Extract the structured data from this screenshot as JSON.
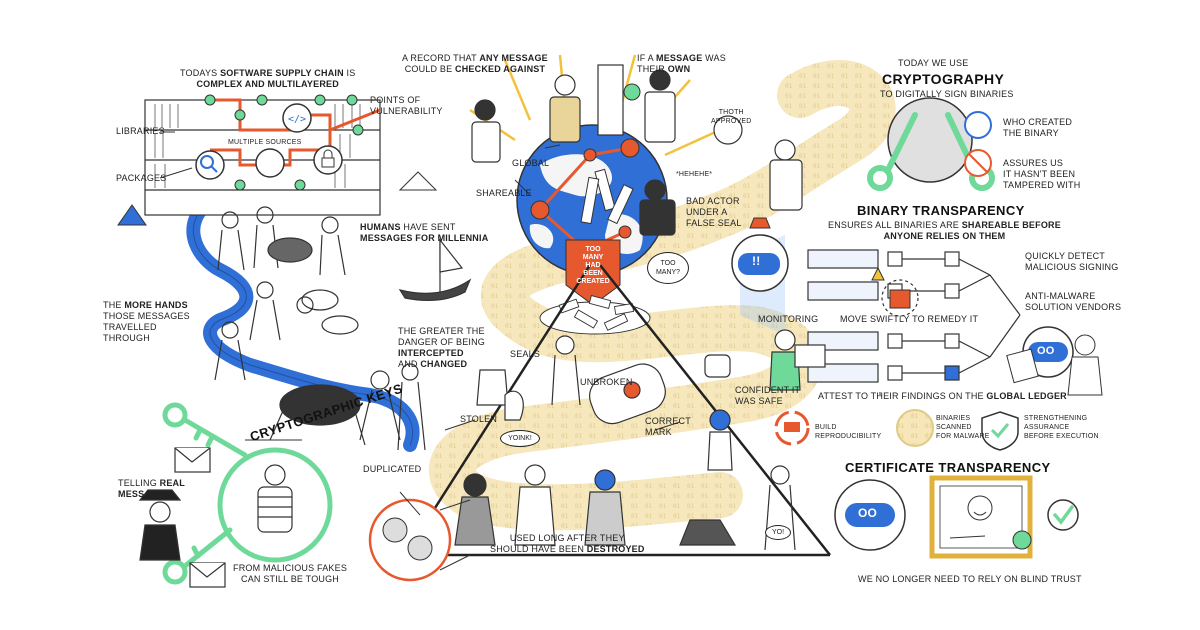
{
  "colors": {
    "accent_blue": "#2f6fd6",
    "accent_red": "#e6582e",
    "accent_green": "#6fd99a",
    "sand_path": "#f6e6b8",
    "ink": "#222222"
  },
  "left_panel": {
    "supply_chain_line1_pre": "TODAYS ",
    "supply_chain_line1_bold": "SOFTWARE SUPPLY CHAIN",
    "supply_chain_line1_post": " IS",
    "supply_chain_line2_bold": "COMPLEX AND MULTILAYERED",
    "points_of_vulnerability": [
      "POINTS OF",
      "VULNERABILITY"
    ],
    "libraries": "LIBRARIES",
    "packages": "PACKAGES",
    "multiple_sources": "MULTIPLE SOURCES",
    "humans_sent_line1_bold": "HUMANS",
    "humans_sent_line1_post": " HAVE SENT",
    "humans_sent_line2_bold": "MESSAGES FOR MILLENNIA",
    "more_hands_line1_pre": "THE ",
    "more_hands_line1_bold": "MORE HANDS",
    "more_hands_lines": [
      "THOSE MESSAGES",
      "TRAVELLED",
      "THROUGH"
    ],
    "greater_danger_lines": [
      "THE GREATER THE",
      "DANGER OF BEING"
    ],
    "intercepted_bold": "INTERCEPTED",
    "and_word": "AND ",
    "changed_bold": "CHANGED",
    "cryptographic_keys": "CRYPTOGRAPHIC KEYS",
    "telling_line1_pre": "TELLING ",
    "telling_line1_bold": "REAL",
    "telling_line2_bold": "MESSAGES",
    "malicious_line1": "FROM MALICIOUS FAKES",
    "malicious_line2": "CAN STILL BE TOUGH"
  },
  "center_panel": {
    "record_line1_pre": "A RECORD THAT ",
    "record_line1_bold": "ANY MESSAGE",
    "record_line2_pre": "COULD BE ",
    "record_line2_bold": "CHECKED AGAINST",
    "if_message_line1_pre": "IF A ",
    "if_message_line1_bold": "MESSAGE",
    "if_message_line1_post": " WAS",
    "if_message_line2_pre": "THEIR ",
    "if_message_line2_bold": "OWN",
    "global": "GLOBAL",
    "shareable": "SHAREABLE",
    "hehehe": "*HEHEHE*",
    "thoth_approved": [
      "THOTH",
      "APPROVED"
    ],
    "bad_actor": [
      "BAD ACTOR",
      "UNDER A",
      "FALSE SEAL"
    ],
    "too_many_had_been_created": [
      "TOO",
      "MANY",
      "HAD",
      "BEEN",
      "CREATED"
    ],
    "too_many_bubble": [
      "TOO",
      "MANY?"
    ],
    "seals": "SEALS",
    "unbroken": "UNBROKEN",
    "stolen": "STOLEN",
    "yoink": "YOINK!",
    "correct_mark": [
      "CORRECT",
      "MARK"
    ],
    "confident_safe": [
      "CONFIDENT IT",
      "WAS SAFE"
    ],
    "duplicated": "DUPLICATED",
    "used_long_line1": "USED LONG AFTER THEY",
    "used_long_line2_pre": "SHOULD HAVE BEEN ",
    "used_long_line2_bold": "DESTROYED",
    "yo": "YO!"
  },
  "right_panel": {
    "today_we_use": "TODAY WE USE",
    "cryptography": "CRYPTOGRAPHY",
    "to_digitally_sign": "TO DIGITALLY SIGN BINARIES",
    "who_created": [
      "WHO CREATED",
      "THE BINARY"
    ],
    "assures_us": [
      "ASSURES US",
      "IT HASN'T BEEN",
      "TAMPERED WITH"
    ],
    "binary_transparency": "BINARY TRANSPARENCY",
    "ensures_line1_pre": "ENSURES ALL BINARIES ARE ",
    "ensures_line1_bold": "SHAREABLE BEFORE",
    "ensures_line2_bold": "ANYONE RELIES ON THEM",
    "quickly_detect": [
      "QUICKLY DETECT",
      "MALICIOUS SIGNING"
    ],
    "anti_malware": [
      "ANTI-MALWARE",
      "SOLUTION VENDORS"
    ],
    "monitoring": "MONITORING",
    "move_swiftly": "MOVE SWIFTLY TO REMEDY IT",
    "attest_pre": "ATTEST TO THEIR FINDINGS ON THE ",
    "attest_bold": "GLOBAL LEDGER",
    "build_reproducibility": [
      "BUILD",
      "REPRODUCIBILITY"
    ],
    "binaries_scanned": [
      "BINARIES",
      "SCANNED",
      "FOR MALWARE"
    ],
    "strengthening": [
      "STRENGTHENING",
      "ASSURANCE",
      "BEFORE EXECUTION"
    ],
    "certificate_transparency": "CERTIFICATE TRANSPARENCY",
    "no_longer_blind_trust": "WE NO LONGER NEED TO RELY ON BLIND TRUST",
    "robot_eyes": "!!",
    "robot_eyes_calm": "OO"
  }
}
